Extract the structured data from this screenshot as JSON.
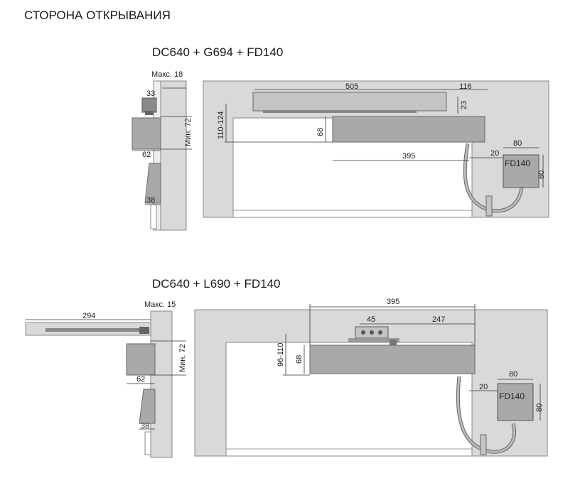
{
  "page_title": "СТОРОНА ОТКРЫВАНИЯ",
  "colors": {
    "wall": "#d9d9d9",
    "closer": "#a9a9a9",
    "arm": "#c4c4c4",
    "dark": "#555555"
  },
  "top": {
    "title": "DC640 + G694 + FD140",
    "side": {
      "max_label": "Макс.",
      "max_value": "18",
      "d33": "33",
      "min_label": "Мин.",
      "min_value": "72",
      "d62": "62",
      "d38": "38"
    },
    "front": {
      "d505": "505",
      "d116": "116",
      "d23": "23",
      "d110_124": "110-124",
      "d68": "68",
      "d395": "395",
      "d20": "20",
      "d80w": "80",
      "d80h": "80",
      "unit": "FD140"
    }
  },
  "bottom": {
    "title": "DC640 + L690 + FD140",
    "side": {
      "d294": "294",
      "max_label": "Макс.",
      "max_value": "15",
      "min_label": "Мин.",
      "min_value": "72",
      "d62": "62",
      "d38": "38"
    },
    "front": {
      "d395": "395",
      "d45": "45",
      "d247": "247",
      "d96_110": "96-110",
      "d68": "68",
      "d20": "20",
      "d80w": "80",
      "d80h": "80",
      "unit": "FD140"
    }
  }
}
